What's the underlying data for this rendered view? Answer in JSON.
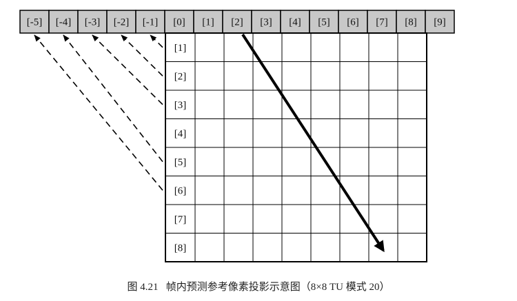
{
  "top_row_labels": [
    "[-5]",
    "[-4]",
    "[-3]",
    "[-2]",
    "[-1]",
    "[0]",
    "[1]",
    "[2]",
    "[3]",
    "[4]",
    "[5]",
    "[6]",
    "[7]",
    "[8]",
    "[9]"
  ],
  "left_column_labels": [
    "[1]",
    "[2]",
    "[3]",
    "[4]",
    "[5]",
    "[6]",
    "[7]",
    "[8]"
  ],
  "caption": "图 4.21   帧内预测参考像素投影示意图（8×8 TU 模式 20）",
  "projection_links": [
    {
      "from": "[1]",
      "to": "[-1]"
    },
    {
      "from": "[2]",
      "to": "[-2]"
    },
    {
      "from": "[3]",
      "to": "[-3]"
    },
    {
      "from": "[5]",
      "to": "[-4]"
    },
    {
      "from": "[6]",
      "to": "[-5]"
    }
  ],
  "prediction_direction": {
    "from": "[2]",
    "to_row": "[8]",
    "to_column": "[7]"
  },
  "colors": {
    "reference_fill": "#c8c8c8",
    "line": "#000000",
    "background": "#ffffff"
  }
}
